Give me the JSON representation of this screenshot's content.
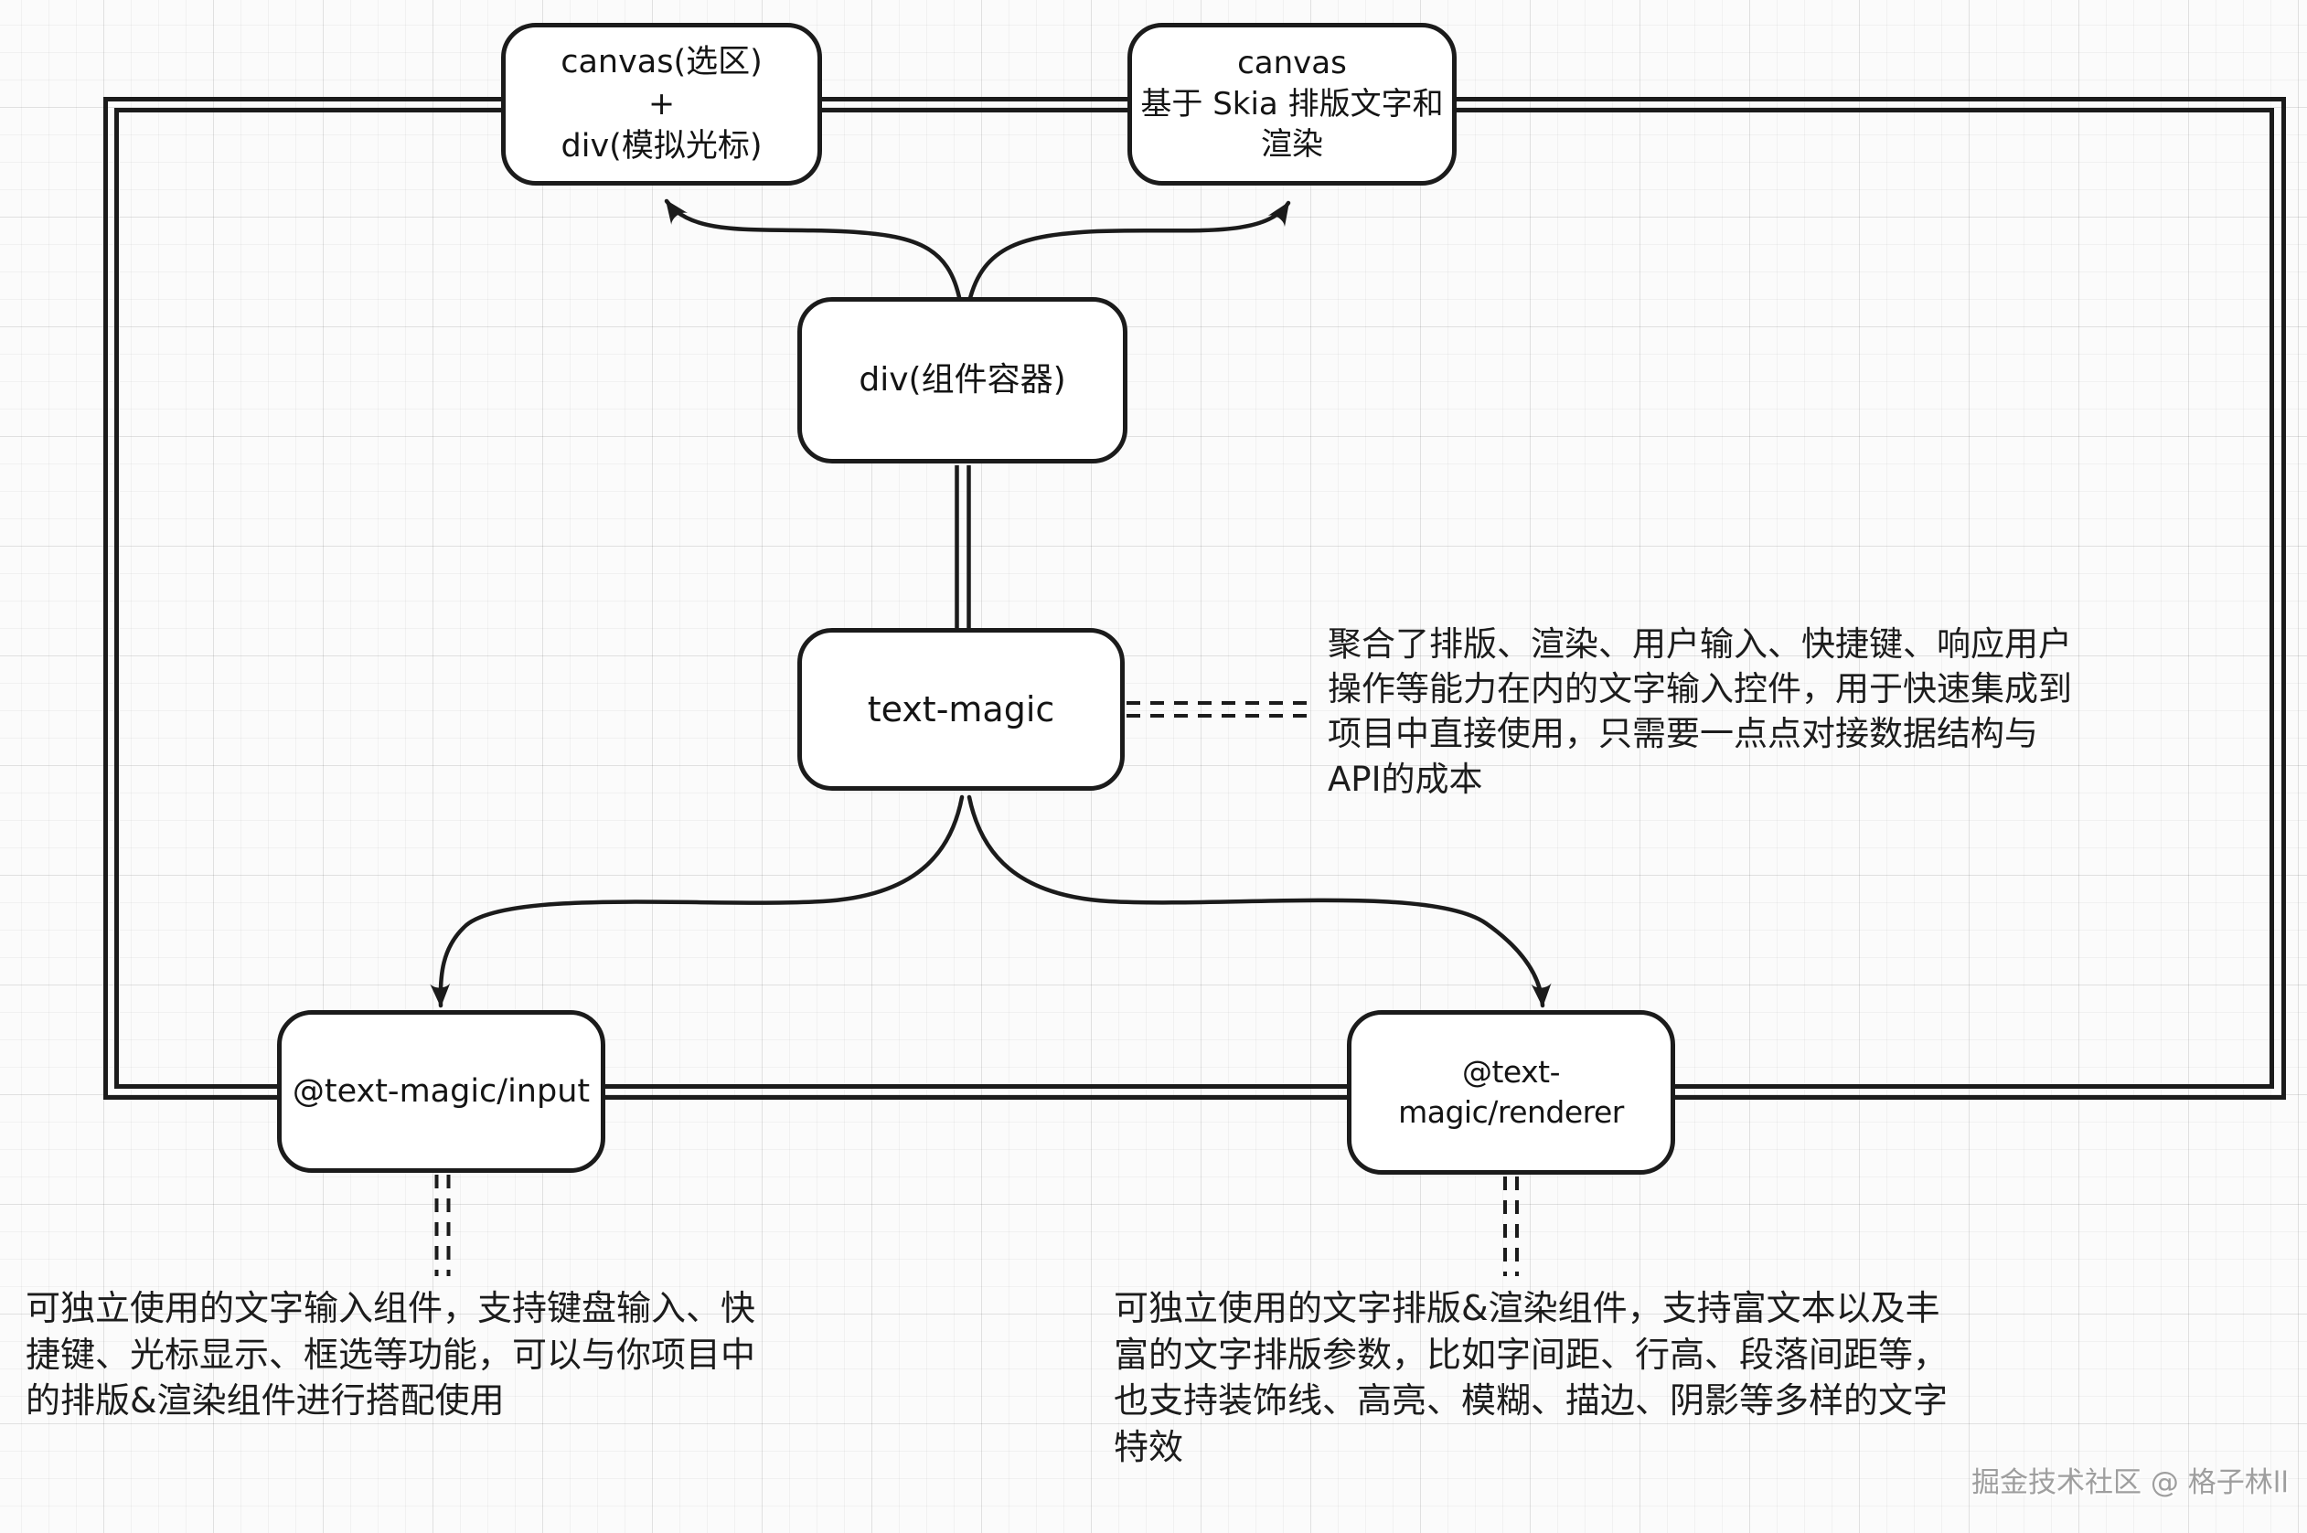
{
  "diagram": {
    "nodes": {
      "canvas_selection": {
        "label": "canvas(选区)\n+\ndiv(模拟光标)"
      },
      "canvas_skia": {
        "label": "canvas\n基于 Skia 排版文字和\n渲染"
      },
      "div_container": {
        "label": "div(组件容器)"
      },
      "text_magic": {
        "label": "text-magic"
      },
      "input_pkg": {
        "label": "@text-magic/input"
      },
      "renderer_pkg": {
        "label": "@text-magic/renderer"
      }
    },
    "annotations": {
      "text_magic_note": "聚合了排版、渲染、用户输入、快捷键、响应用户\n操作等能力在内的文字输入控件，用于快速集成到\n项目中直接使用，只需要一点点对接数据结构与\nAPI的成本",
      "input_note": "可独立使用的文字输入组件，支持键盘输入、快\n捷键、光标显示、框选等功能，可以与你项目中\n的排版&渲染组件进行搭配使用",
      "renderer_note": "可独立使用的文字排版&渲染组件，支持富文本以及丰\n富的文字排版参数，比如字间距、行高、段落间距等，\n也支持装饰线、高亮、模糊、描边、阴影等多样的文字\n特效"
    },
    "watermark": "掘金技术社区 @ 格子林ll",
    "colors": {
      "stroke": "#1b1b1b",
      "background": "#fbfbfb",
      "grid": "#ececec",
      "watermark_text": "#9e9e9e"
    }
  }
}
